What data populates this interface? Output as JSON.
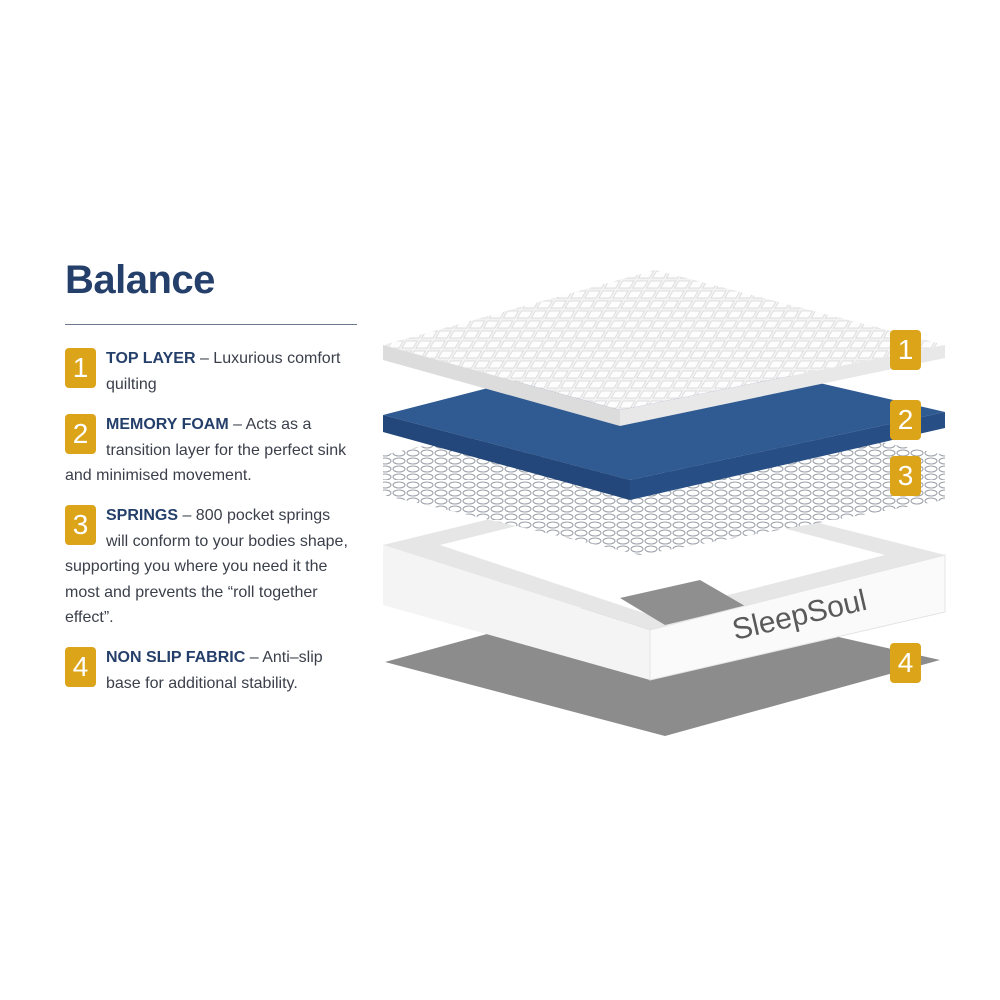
{
  "title": "Balance",
  "items": [
    {
      "number": "1",
      "heading": "TOP LAYER",
      "text": " – Luxurious comfort quilting"
    },
    {
      "number": "2",
      "heading": "MEMORY FOAM",
      "text": " – Acts as a transition layer for the perfect sink and minimised movement."
    },
    {
      "number": "3",
      "heading": "SPRINGS",
      "text": " – 800 pocket springs will conform to your bodies shape, supporting you where you need it the most and prevents the “roll together effect”."
    },
    {
      "number": "4",
      "heading": "NON SLIP FABRIC",
      "text": " – Anti–slip base for additional stability."
    }
  ],
  "brand": {
    "logo_text": "SleepSoul"
  },
  "colors": {
    "navy": "#253f6b",
    "gold": "#dba419",
    "foam": "#2f5a92",
    "base": "#8c8c8c"
  }
}
